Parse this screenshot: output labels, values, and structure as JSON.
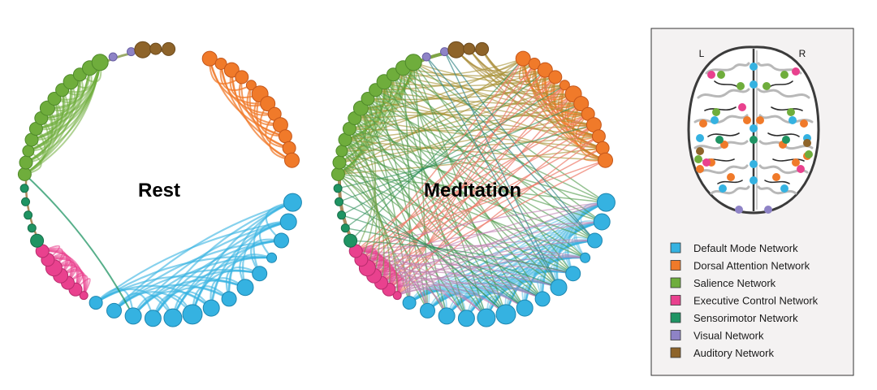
{
  "panels": {
    "rest": {
      "title": "Rest"
    },
    "meditation": {
      "title": "Meditation"
    }
  },
  "brain_map": {
    "left_label": "L",
    "right_label": "R"
  },
  "networks": [
    {
      "key": "dmn",
      "name": "Default Mode Network",
      "color": "#35b2e1"
    },
    {
      "key": "dan",
      "name": "Dorsal Attention Network",
      "color": "#f07a2a"
    },
    {
      "key": "sal",
      "name": "Salience Network",
      "color": "#6fad3c"
    },
    {
      "key": "ecn",
      "name": "Executive Control Network",
      "color": "#e9418e"
    },
    {
      "key": "smn",
      "name": "Sensorimotor Network",
      "color": "#1f9463"
    },
    {
      "key": "vis",
      "name": "Visual Network",
      "color": "#8e83c6"
    },
    {
      "key": "aud",
      "name": "Auditory Network",
      "color": "#8e642a"
    }
  ]
}
